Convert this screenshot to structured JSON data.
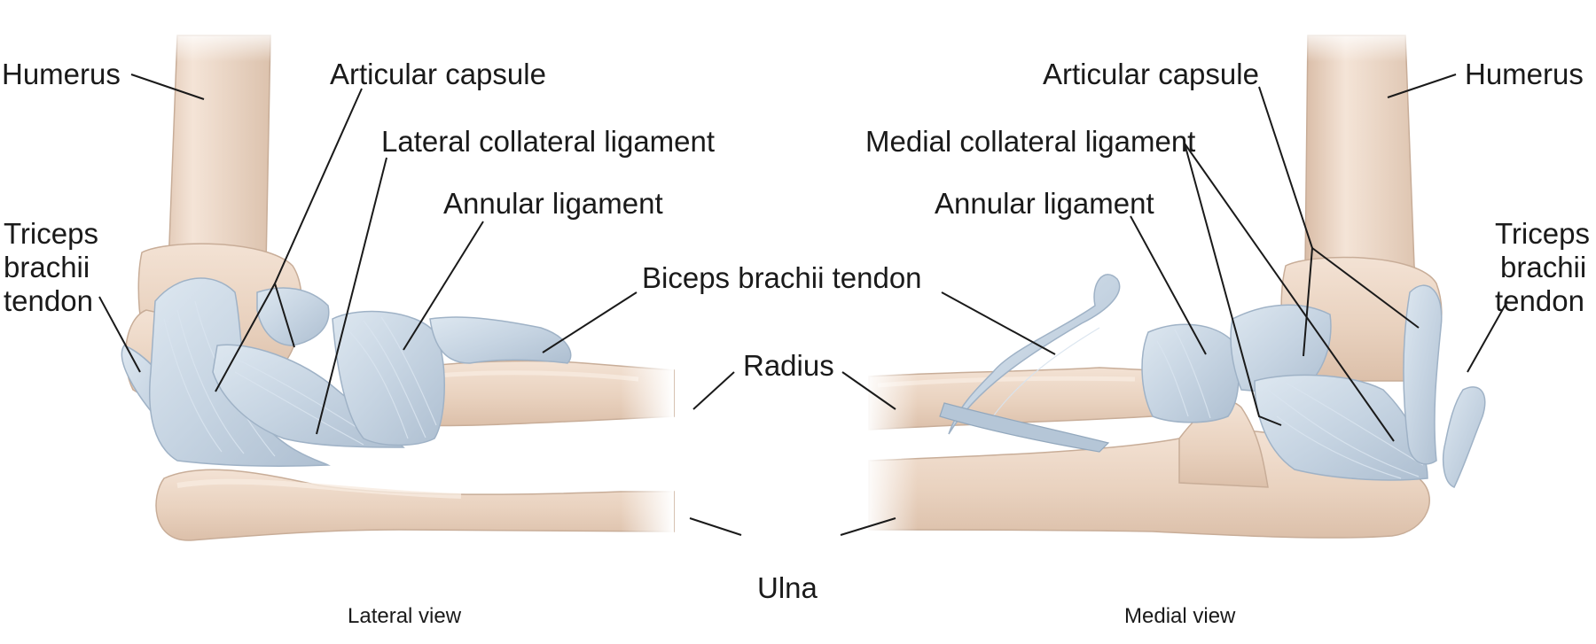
{
  "lateral_view": {
    "caption": "Lateral view",
    "labels": {
      "humerus": "Humerus",
      "articular_capsule": "Articular capsule",
      "lateral_collateral_ligament": "Lateral collateral ligament",
      "annular_ligament": "Annular ligament",
      "triceps_brachii_tendon_line1": "Triceps",
      "triceps_brachii_tendon_line2": "brachii",
      "triceps_brachii_tendon_line3": "tendon"
    }
  },
  "shared_labels": {
    "biceps_brachii_tendon": "Biceps brachii tendon",
    "radius": "Radius",
    "ulna": "Ulna"
  },
  "medial_view": {
    "caption": "Medial view",
    "labels": {
      "humerus": "Humerus",
      "articular_capsule": "Articular capsule",
      "medial_collateral_ligament": "Medial collateral ligament",
      "annular_ligament": "Annular ligament",
      "triceps_brachii_tendon_line1": "Triceps",
      "triceps_brachii_tendon_line2": "brachii",
      "triceps_brachii_tendon_line3": "tendon"
    }
  },
  "colors": {
    "bone": "#ead3c1",
    "ligament": "#c9d6e3",
    "text": "#1a1a1a",
    "background": "#ffffff"
  }
}
